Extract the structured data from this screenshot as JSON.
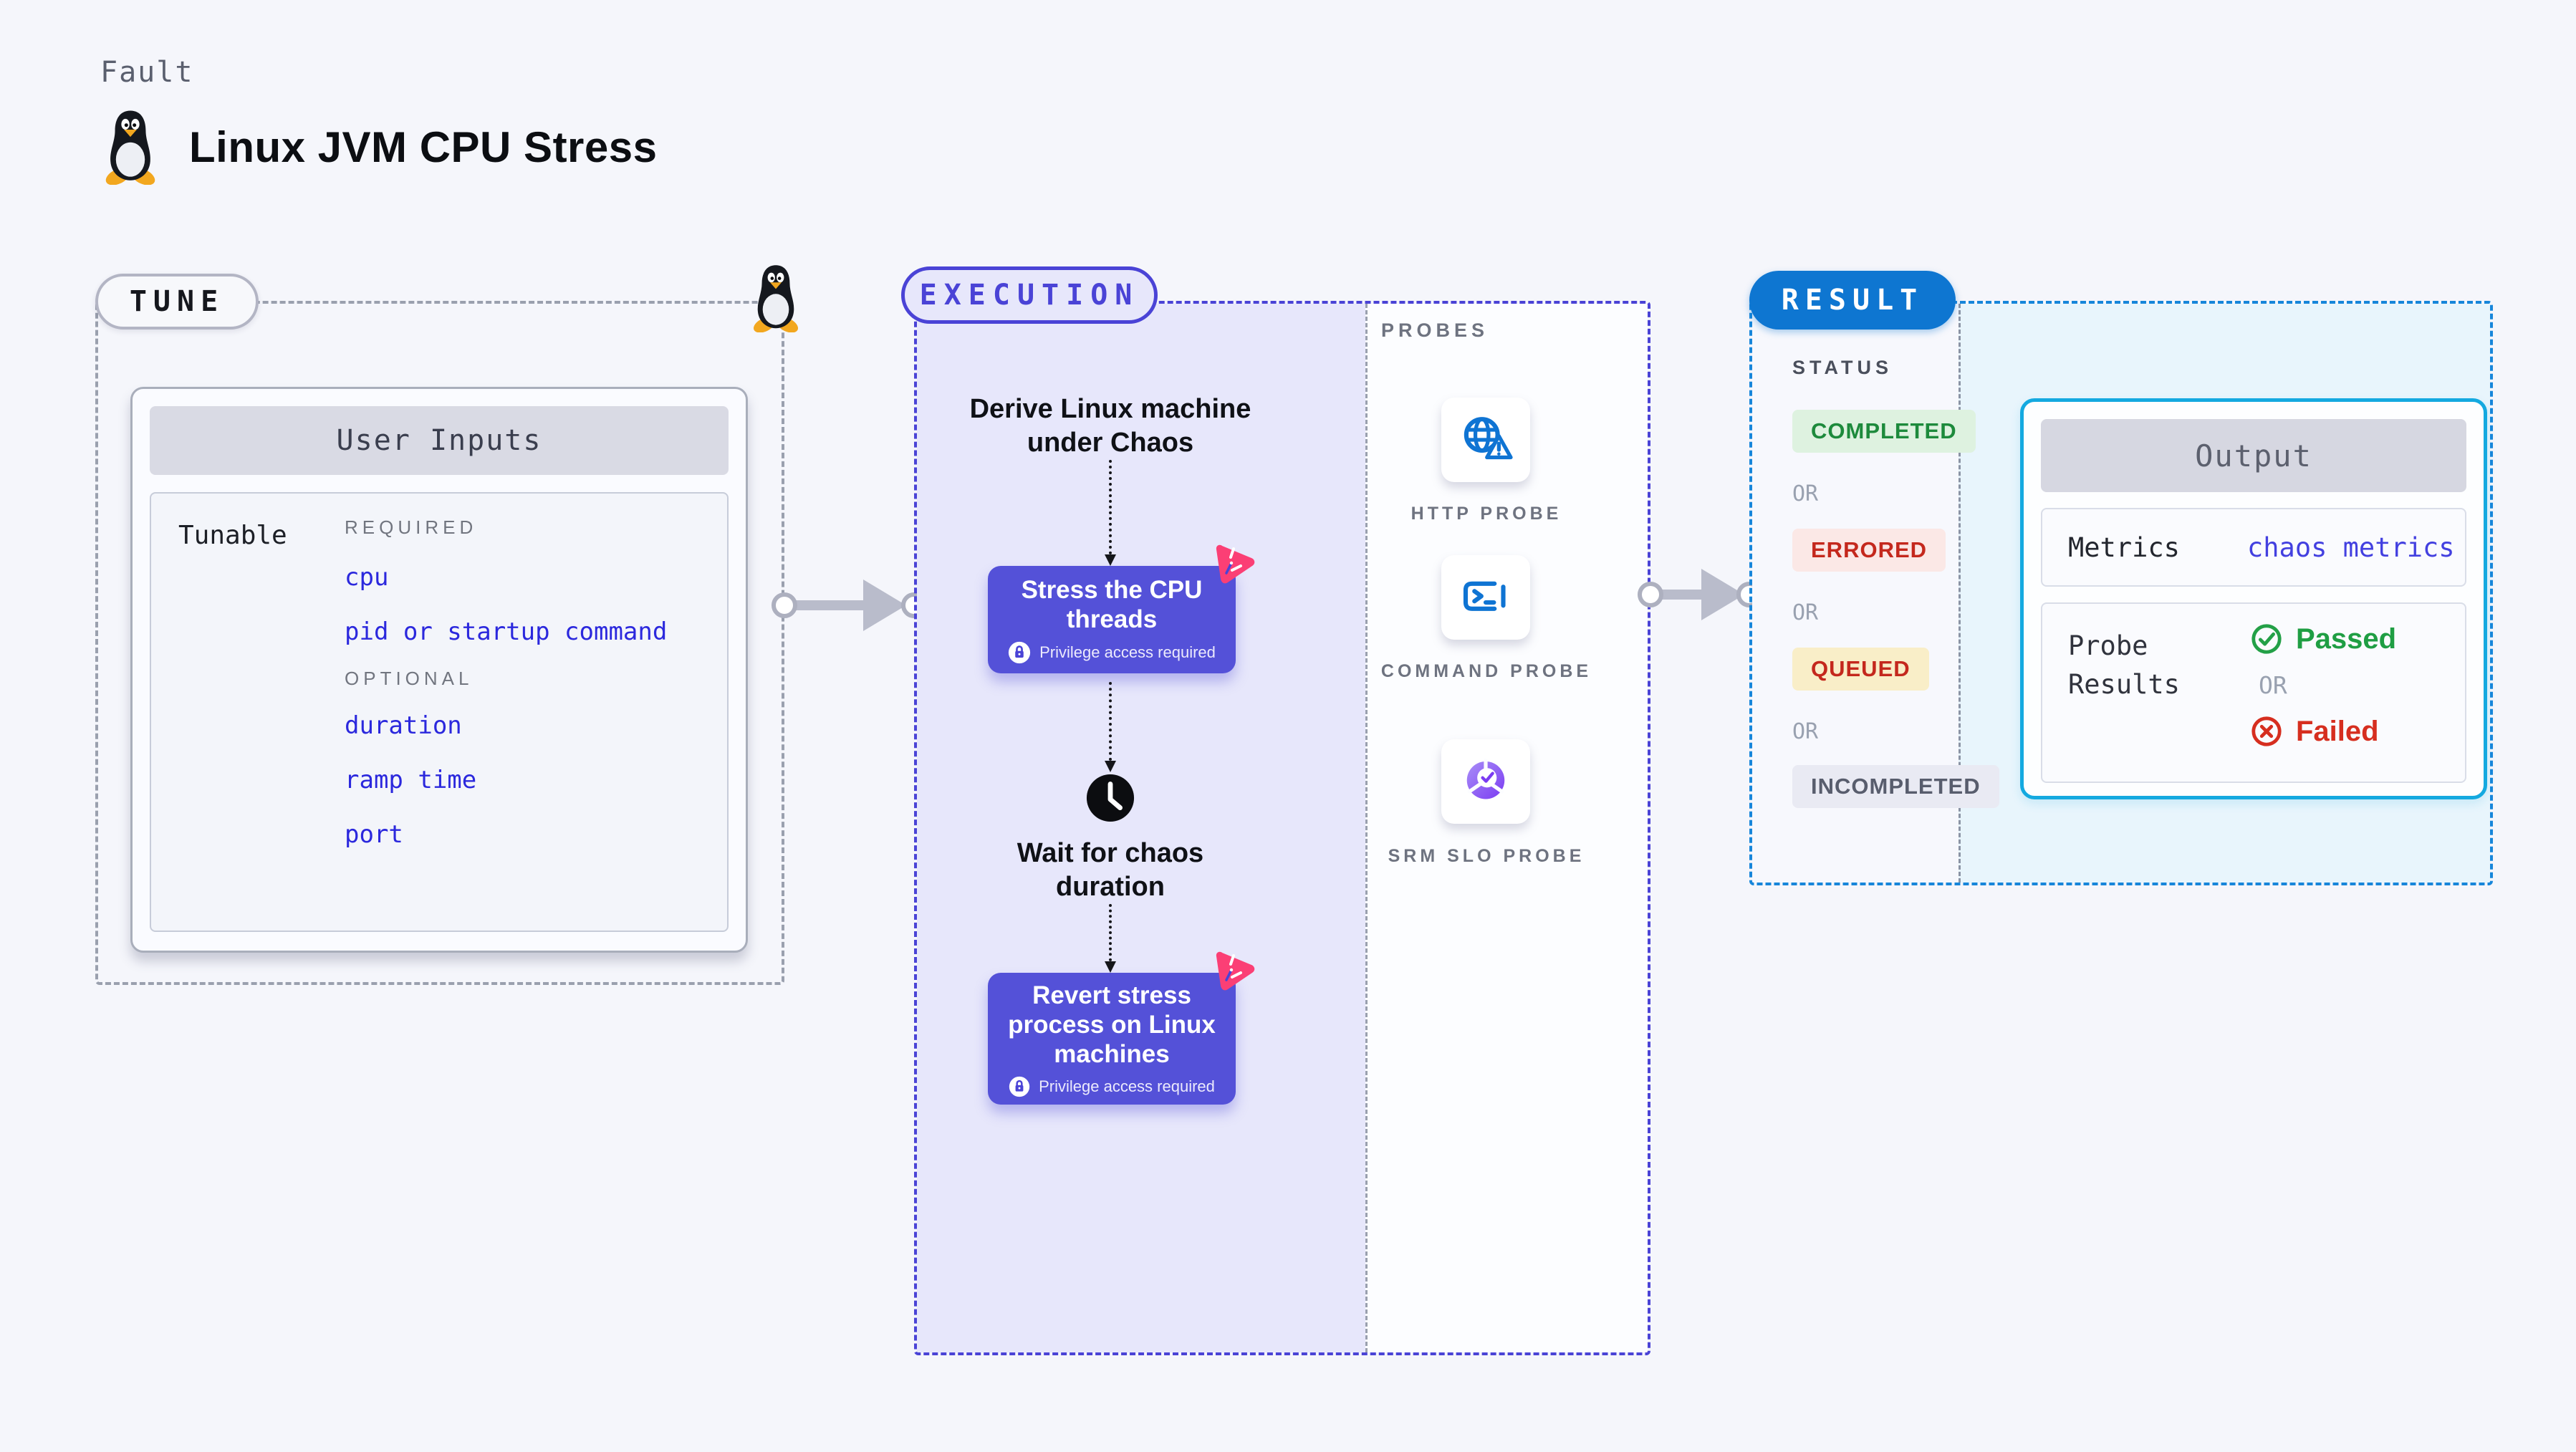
{
  "header": {
    "fault_label": "Fault",
    "title": "Linux JVM CPU Stress"
  },
  "tune": {
    "badge": "TUNE",
    "card_title": "User Inputs",
    "row_label": "Tunable",
    "required_label": "REQUIRED",
    "required_items": [
      "cpu",
      "pid or startup command"
    ],
    "optional_label": "OPTIONAL",
    "optional_items": [
      "duration",
      "ramp time",
      "port"
    ]
  },
  "execution": {
    "badge": "EXECUTION",
    "step_derive": "Derive Linux machine under Chaos",
    "step_stress": {
      "title": "Stress the CPU threads",
      "badge": "Privilege access required"
    },
    "step_wait": "Wait for chaos duration",
    "step_revert": {
      "title": "Revert stress process on Linux machines",
      "badge": "Privilege access required"
    }
  },
  "probes": {
    "label": "PROBES",
    "items": [
      {
        "name": "HTTP PROBE",
        "icon": "globe-alert-icon"
      },
      {
        "name": "COMMAND PROBE",
        "icon": "terminal-icon"
      },
      {
        "name": "SRM SLO PROBE",
        "icon": "slo-gauge-icon"
      }
    ]
  },
  "result": {
    "badge": "RESULT",
    "status_label": "STATUS",
    "or_label": "OR",
    "statuses": [
      {
        "label": "COMPLETED",
        "type": "success"
      },
      {
        "label": "ERRORED",
        "type": "error"
      },
      {
        "label": "QUEUED",
        "type": "warning"
      },
      {
        "label": "INCOMPLETED",
        "type": "neutral"
      }
    ],
    "output": {
      "title": "Output",
      "metrics_label": "Metrics",
      "metrics_value": "chaos metrics",
      "probe_results_label": "Probe Results",
      "passed_label": "Passed",
      "failed_label": "Failed",
      "or_label": "OR"
    }
  },
  "colors": {
    "page-bg": "#f5f6fb",
    "lavender": "#e7e7fb",
    "purple": "#5451d8",
    "indigo": "#4a43d6",
    "pink": "#fb3f75",
    "blue": "#0e76d1",
    "result-dash": "#1786da",
    "cyan": "#14a9e0",
    "cyan-bg": "#e8f5fc",
    "icon-blue": "#0f74d3",
    "slo-purple": "#7b3bf2",
    "green": "#23a047",
    "green-bg": "#def2e0",
    "red": "#d62e1f",
    "badge-red": "#c4281d",
    "yellow-bg": "#f9eec8",
    "neutral-bg": "#e9eaf3",
    "neutral-text": "#585d6d",
    "gray-dash": "#9aa0ae",
    "link-blue": "#4340e0",
    "param-blue": "#2b28dd",
    "gray-text": "#6e7380",
    "dark": "#111318"
  }
}
